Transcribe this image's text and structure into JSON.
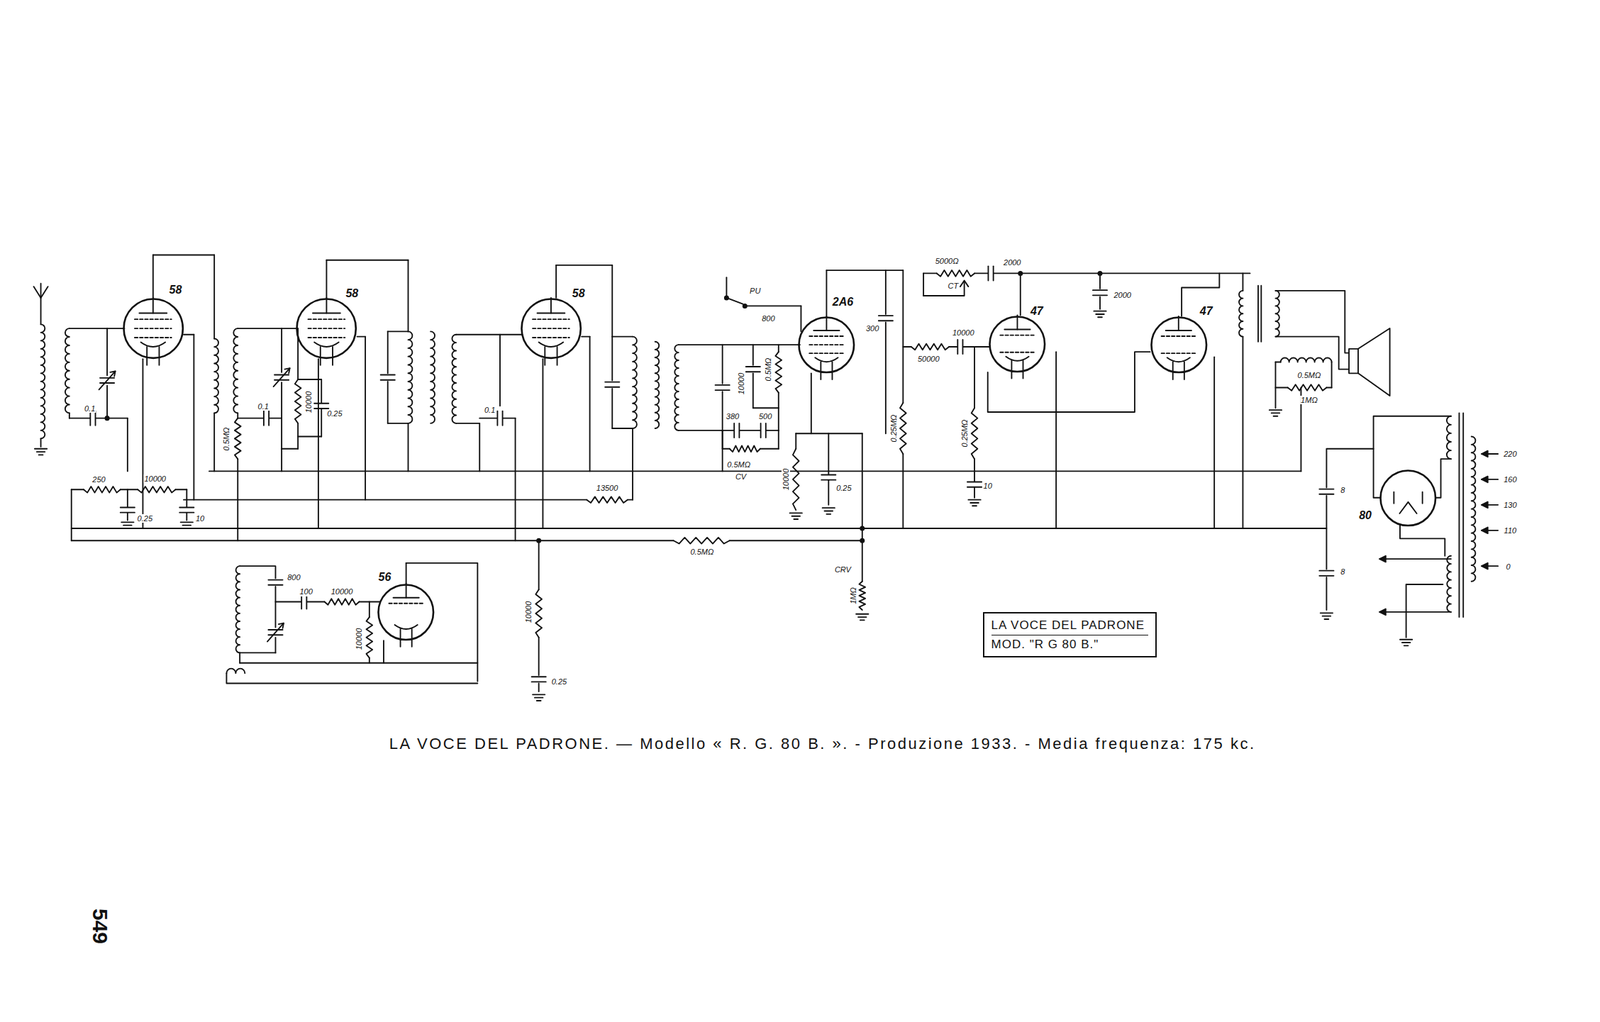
{
  "diagram": {
    "caption": "LA VOCE DEL PADRONE. — Modello « R. G. 80 B. ». - Produzione 1933. - Media frequenza: 175 kc.",
    "nodes": [
      {
        "text": [
          "58"
        ]
      },
      {
        "text": [
          "58"
        ]
      },
      {
        "text": [
          "58"
        ]
      },
      {
        "text": [
          "2A6"
        ]
      },
      {
        "text": [
          "47"
        ]
      },
      {
        "text": [
          "47"
        ]
      },
      {
        "text": [
          "80"
        ]
      },
      {
        "text": [
          "56"
        ]
      },
      {
        "text": [
          "LA VOCE DEL PADRONE",
          "MOD. \"R G 80 B.\""
        ]
      }
    ],
    "labels": [
      "0.1",
      "250",
      "10000",
      "0.25",
      "10",
      "0.1",
      "10000",
      "0.25",
      "0.5MΩ",
      "0.1",
      "13500",
      "PU",
      "800",
      "10000",
      "0.5MΩ",
      "380",
      "500",
      "0.5MΩ",
      "CV",
      "10000",
      "0.25",
      "300",
      "0.25MΩ",
      "5000Ω",
      "CT",
      "2000",
      "2000",
      "10000",
      "50000",
      "0.25MΩ",
      "10",
      "0.5MΩ",
      "1MΩ",
      "0.5MΩ",
      "CRV",
      "1MΩ",
      "800",
      "100",
      "10000",
      "10000",
      "10000",
      "0.25",
      "8",
      "8",
      "220",
      "160",
      "130",
      "110",
      "0",
      "549"
    ]
  }
}
